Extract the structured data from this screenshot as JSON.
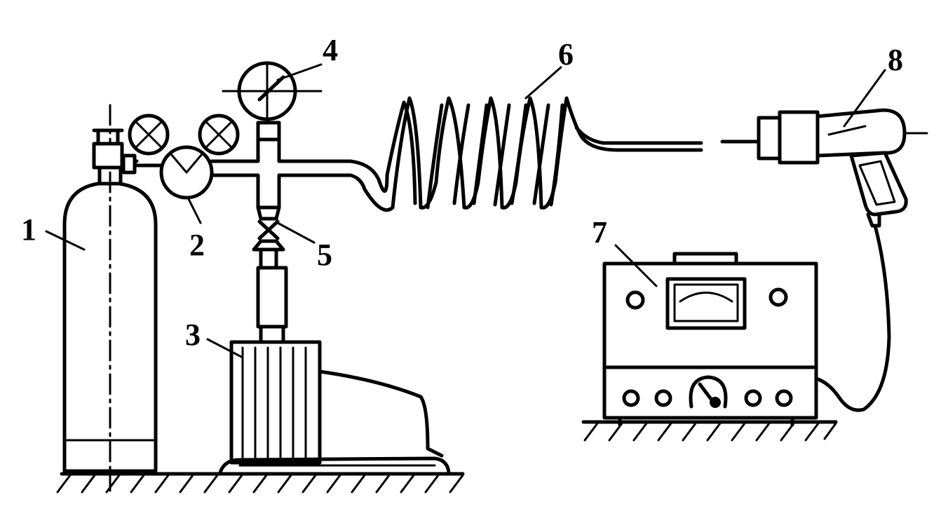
{
  "labels": {
    "l1": "1",
    "l2": "2",
    "l3": "3",
    "l4": "4",
    "l5": "5",
    "l6": "6",
    "l7": "7",
    "l8": "8"
  },
  "colors": {
    "ink": "#000000",
    "paper": "#ffffff"
  }
}
